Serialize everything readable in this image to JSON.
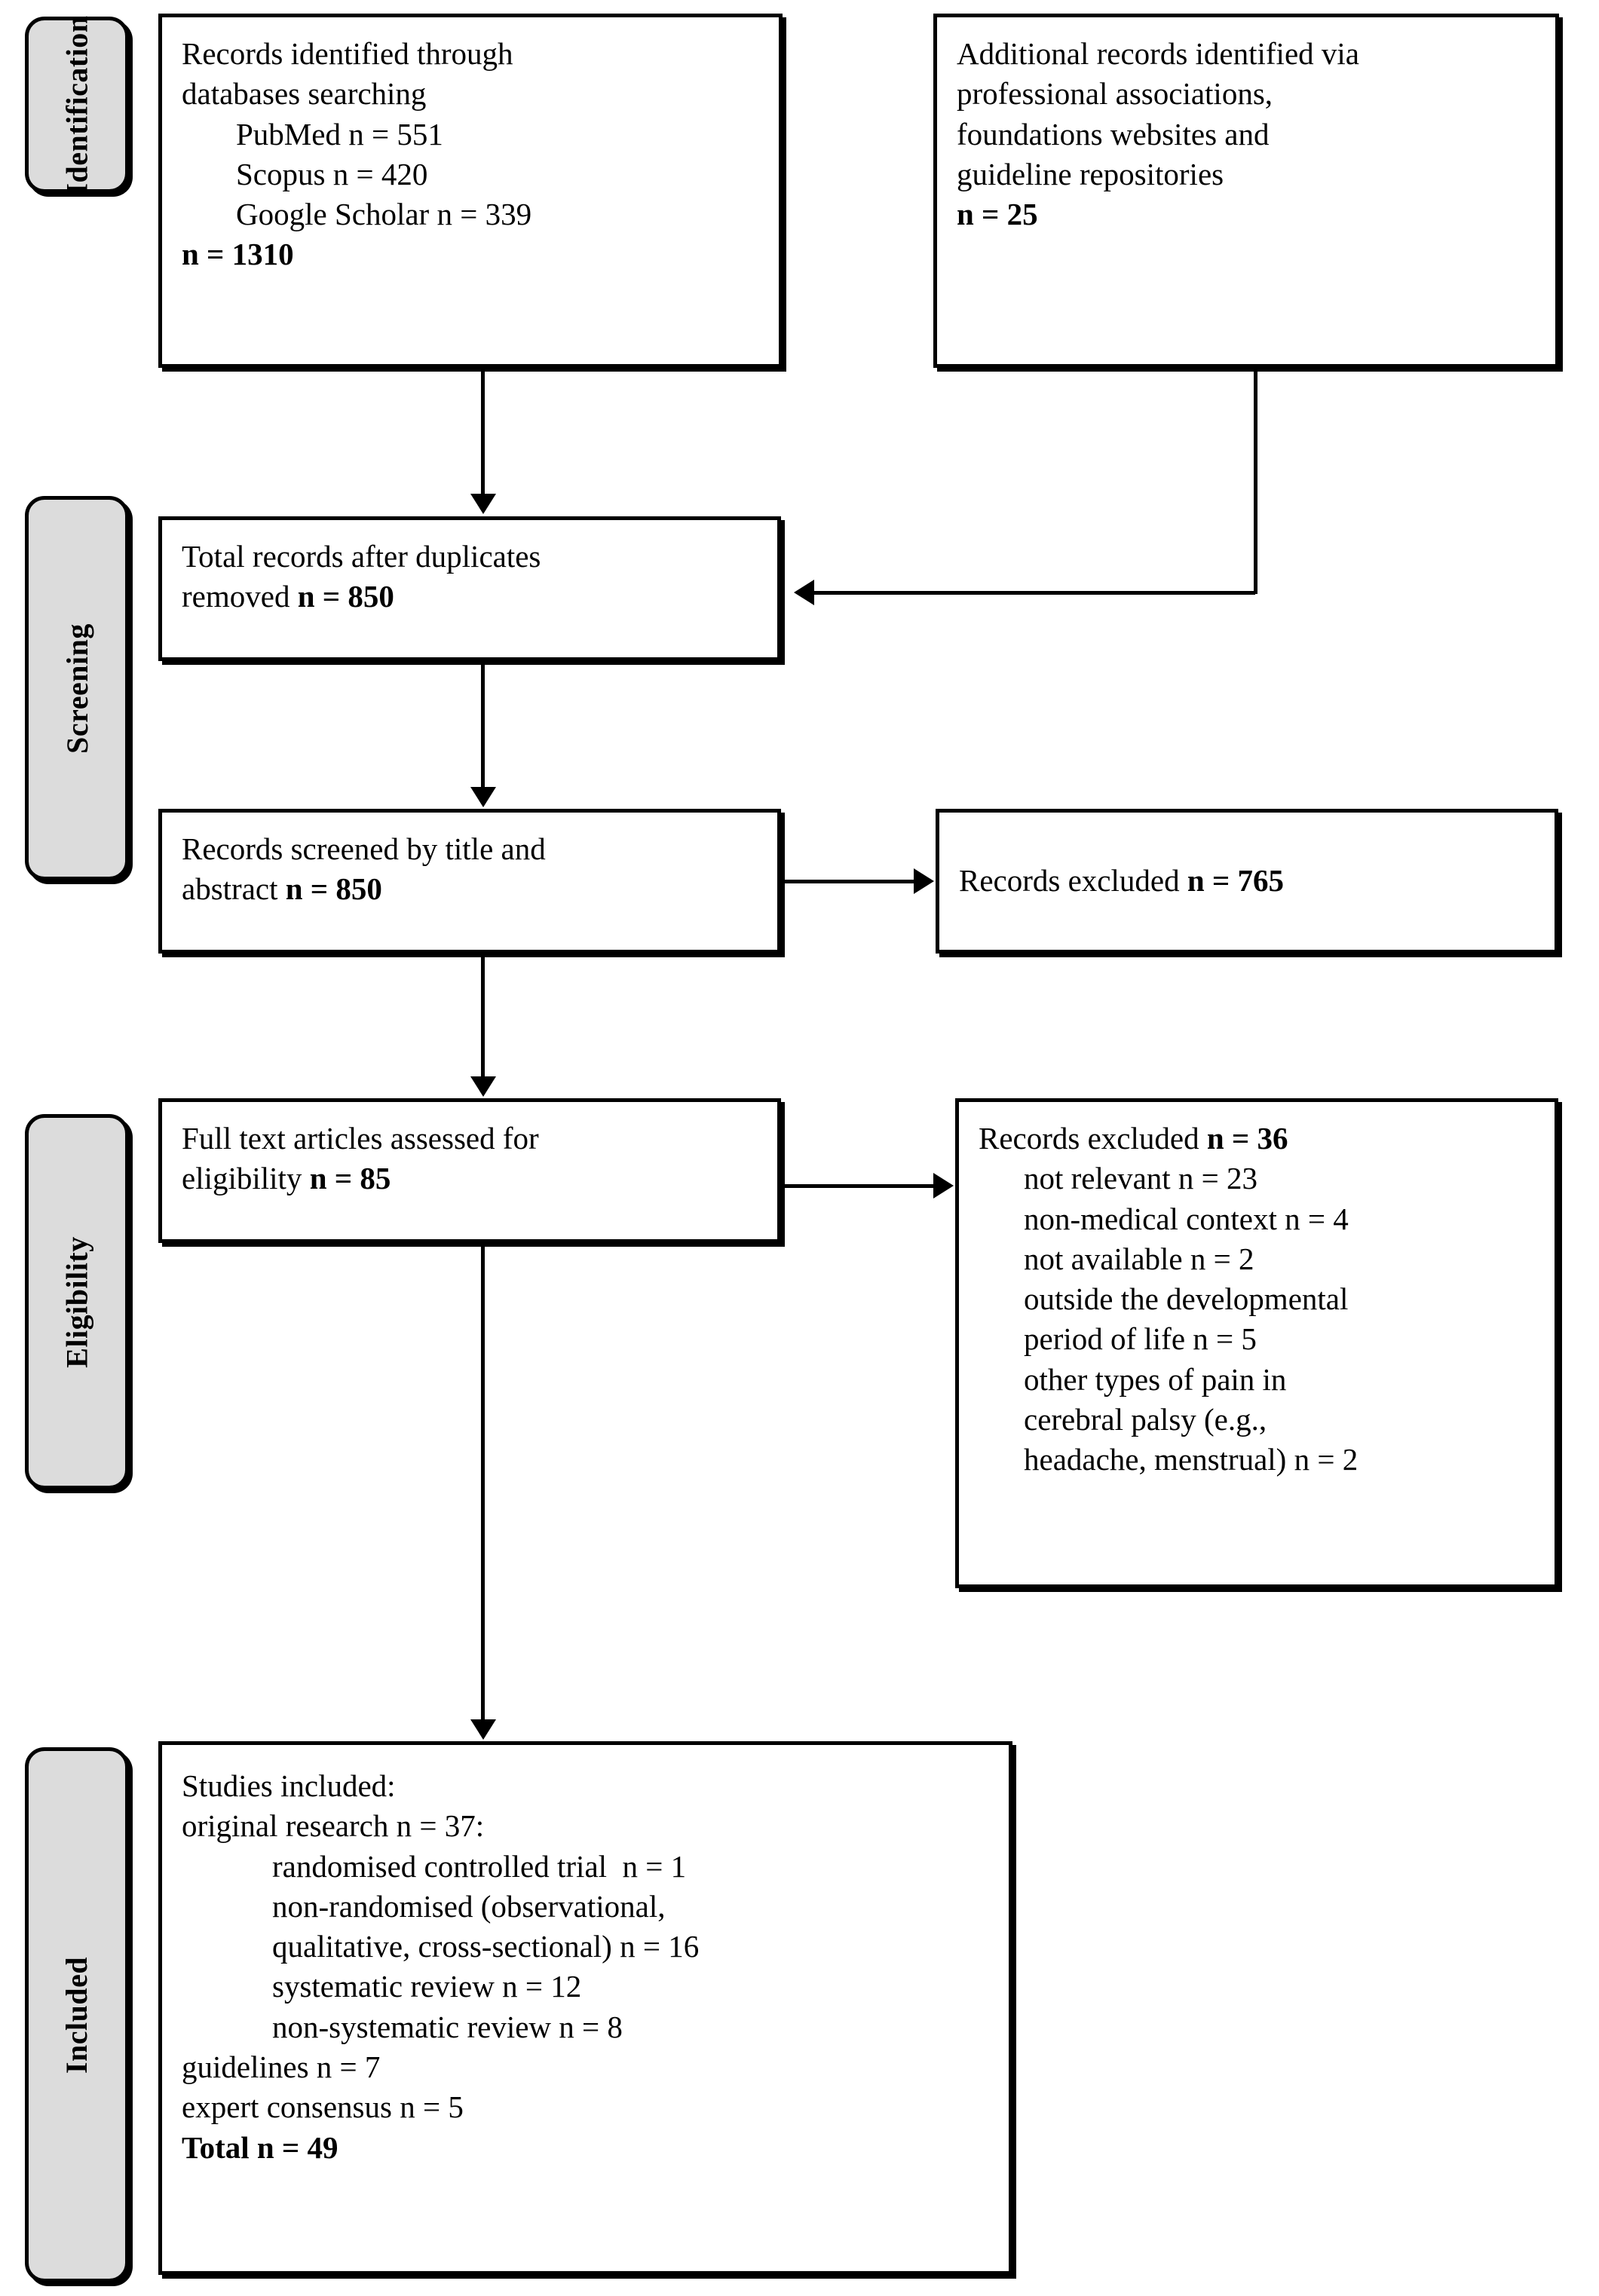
{
  "diagram": {
    "type": "prisma-flow-diagram",
    "stages": [
      {
        "id": "identification",
        "label": "Identification"
      },
      {
        "id": "screening",
        "label": "Screening"
      },
      {
        "id": "eligibility",
        "label": "Eligibility"
      },
      {
        "id": "included",
        "label": "Included"
      }
    ],
    "boxes": {
      "databases": {
        "lines": [
          {
            "text": "Records identified through",
            "bold": false,
            "indent": 0
          },
          {
            "text": "databases searching",
            "bold": false,
            "indent": 0
          },
          {
            "text": "PubMed n = 551",
            "bold": false,
            "indent": 1
          },
          {
            "text": "Scopus n = 420",
            "bold": false,
            "indent": 1
          },
          {
            "text": "Google Scholar n = 339",
            "bold": false,
            "indent": 1
          },
          {
            "text": "n = 1310",
            "bold": true,
            "indent": 0
          }
        ]
      },
      "additional": {
        "lines": [
          {
            "text": "Additional records identified via",
            "bold": false,
            "indent": 0
          },
          {
            "text": "professional associations,",
            "bold": false,
            "indent": 0
          },
          {
            "text": "foundations websites and",
            "bold": false,
            "indent": 0
          },
          {
            "text": "guideline repositories",
            "bold": false,
            "indent": 0
          },
          {
            "text": "n = 25",
            "bold": true,
            "indent": 0
          }
        ]
      },
      "duplicates_removed": {
        "lines": [
          {
            "text": "Total records after duplicates",
            "bold": false,
            "indent": 0
          },
          {
            "text": "removed n = 850",
            "bold": false,
            "indent": 0,
            "bold_tail": "n = 850"
          }
        ]
      },
      "screened": {
        "lines": [
          {
            "text": "Records screened by title and",
            "bold": false,
            "indent": 0
          },
          {
            "text": "abstract n = 850",
            "bold": false,
            "indent": 0
          }
        ]
      },
      "excluded_screening": {
        "lines": [
          {
            "text": "Records excluded n = 765",
            "bold": false,
            "indent": 0
          }
        ]
      },
      "full_text": {
        "lines": [
          {
            "text": "Full text articles assessed for",
            "bold": false,
            "indent": 0
          },
          {
            "text": "eligibility n = 85",
            "bold": false,
            "indent": 0
          }
        ]
      },
      "excluded_eligibility": {
        "lines": [
          {
            "text": "Records excluded n = 36",
            "bold": false,
            "indent": 0
          },
          {
            "text": "not relevant n = 23",
            "bold": false,
            "indent": 2
          },
          {
            "text": "non-medical context n = 4",
            "bold": false,
            "indent": 2
          },
          {
            "text": "not available n = 2",
            "bold": false,
            "indent": 2
          },
          {
            "text": "outside the developmental",
            "bold": false,
            "indent": 2
          },
          {
            "text": "period of life n = 5",
            "bold": false,
            "indent": 2
          },
          {
            "text": "other types of pain in",
            "bold": false,
            "indent": 2
          },
          {
            "text": "cerebral palsy (e.g.,",
            "bold": false,
            "indent": 2
          },
          {
            "text": "headache, menstrual) n = 2",
            "bold": false,
            "indent": 2
          }
        ]
      },
      "included_studies": {
        "lines": [
          {
            "text": "Studies included:",
            "bold": false,
            "indent": 0
          },
          {
            "text": "original research n = 37:",
            "bold": false,
            "indent": 0
          },
          {
            "text": "randomised controlled trial  n = 1",
            "bold": false,
            "indent": 2
          },
          {
            "text": "non-randomised (observational,",
            "bold": false,
            "indent": 2
          },
          {
            "text": "qualitative, cross-sectional) n = 16",
            "bold": false,
            "indent": 2
          },
          {
            "text": "systematic review n = 12",
            "bold": false,
            "indent": 2
          },
          {
            "text": "non-systematic review n = 8",
            "bold": false,
            "indent": 2
          },
          {
            "text": "guidelines n = 7",
            "bold": false,
            "indent": 0
          },
          {
            "text": "expert consensus n = 5",
            "bold": false,
            "indent": 0
          },
          {
            "text": "Total n = 49",
            "bold": true,
            "indent": 0
          }
        ]
      }
    },
    "counts": {
      "pubmed": 551,
      "scopus": 420,
      "google_scholar": 339,
      "identified_total": 1310,
      "additional_records": 25,
      "after_duplicates": 850,
      "screened": 850,
      "excluded_screening": 765,
      "full_text_assessed": 85,
      "excluded_eligibility_total": 36,
      "excluded_not_relevant": 23,
      "excluded_non_medical_context": 4,
      "excluded_not_available": 2,
      "excluded_outside_developmental_period": 5,
      "excluded_other_pain_types": 2,
      "original_research": 37,
      "rct": 1,
      "non_randomised": 16,
      "systematic_review": 12,
      "non_systematic_review": 8,
      "guidelines": 7,
      "expert_consensus": 5,
      "total_included": 49
    },
    "colors": {
      "stage_fill": "#dcdcdc",
      "box_fill": "#ffffff",
      "stroke": "#000000"
    }
  }
}
